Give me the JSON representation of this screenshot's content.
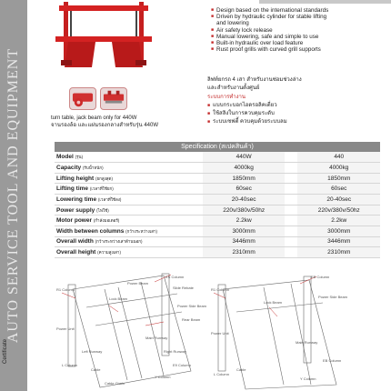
{
  "sidebar": {
    "title": "AUTO SERVICE TOOL AND EQUIPMENT",
    "certificate": "Certificate"
  },
  "product": {
    "caption_en": "turn table, jack beam only for 440W",
    "caption_th": "จานรองล้อ และแผ่นรองกลางสำหรับรุ่น 440W",
    "features": [
      "Design based on the international standards",
      "Driven by hydraulic cylinder for stable lifting and lowering",
      "Air safety lock release",
      "Manual lowering, safe and simple to use",
      "Built-in hydraulic over load feature",
      "Rust proof grills with curved grill supports"
    ],
    "thai_intro_1": "ลิฟท์ยกรถ 4 เสา สำหรับงานซ่อมช่วงล่าง",
    "thai_intro_2": "และสำหรับงานตั้งศูนย์",
    "thai_heading": "ระบบการทำงาน",
    "thai_items": [
      "แบบกระบอกไฮดรอลิคเดี่ยว",
      "ใช้สลิงในการควบคุมระดับ",
      "ระบบเซฟตี้ ควบคุมด้วยระบบลม"
    ]
  },
  "spec": {
    "title": "Specification (สเปคสินค้า)",
    "rows": [
      {
        "label": "Model",
        "label_th": "(รุ่น)",
        "v1": "440W",
        "v2": "440"
      },
      {
        "label": "Capacity",
        "label_th": "(รับน้ำหนัก)",
        "v1": "4000kg",
        "v2": "4000kg"
      },
      {
        "label": "Lifting height",
        "label_th": "(ยกสูงสุด)",
        "v1": "1850mm",
        "v2": "1850mm"
      },
      {
        "label": "Lifting time",
        "label_th": "(เวลาที่ใช้ยก)",
        "v1": "60sec",
        "v2": "60sec"
      },
      {
        "label": "Lowering time",
        "label_th": "(เวลาที่ใช้ลง)",
        "v1": "20-40sec",
        "v2": "20-40sec"
      },
      {
        "label": "Power supply",
        "label_th": "(ไฟใช้)",
        "v1": "220v/380v/50hz",
        "v2": "220v/380v/50hz"
      },
      {
        "label": "Motor power",
        "label_th": "(กำลังมอเตอร์)",
        "v1": "2.2kw",
        "v2": "2.2kw"
      },
      {
        "label": "Width between columns",
        "label_th": "(กว้างระหว่างเสา)",
        "v1": "3000mm",
        "v2": "3000mm"
      },
      {
        "label": "Overall width",
        "label_th": "(กว้างระหว่างเสาด้านนอก)",
        "v1": "3446mm",
        "v2": "3446mm"
      },
      {
        "label": "Overall height",
        "label_th": "(ความสูงเสา)",
        "v1": "2310mm",
        "v2": "2310mm"
      }
    ]
  },
  "drawing_labels": {
    "a": [
      "R1 Column",
      "ES Column",
      "Slide Rebate",
      "Power Beam",
      "Power Side Beam",
      "Rear Beam",
      "Power Unit",
      "Lock Beam",
      "Main Runway",
      "Left Runway",
      "Right Runway",
      "Cable",
      "Cable Chain",
      "L Column",
      "Y Column",
      "E9 Column"
    ],
    "b": [
      "R1 Column",
      "EB Column",
      "Power Side Beam",
      "Power Unit",
      "Lock Beam",
      "Main Runway",
      "Cable",
      "L Column",
      "Y Column",
      "EB Column"
    ]
  },
  "colors": {
    "accent": "#c32a2a",
    "sidebar": "#9a9a9a",
    "header": "#888888"
  }
}
